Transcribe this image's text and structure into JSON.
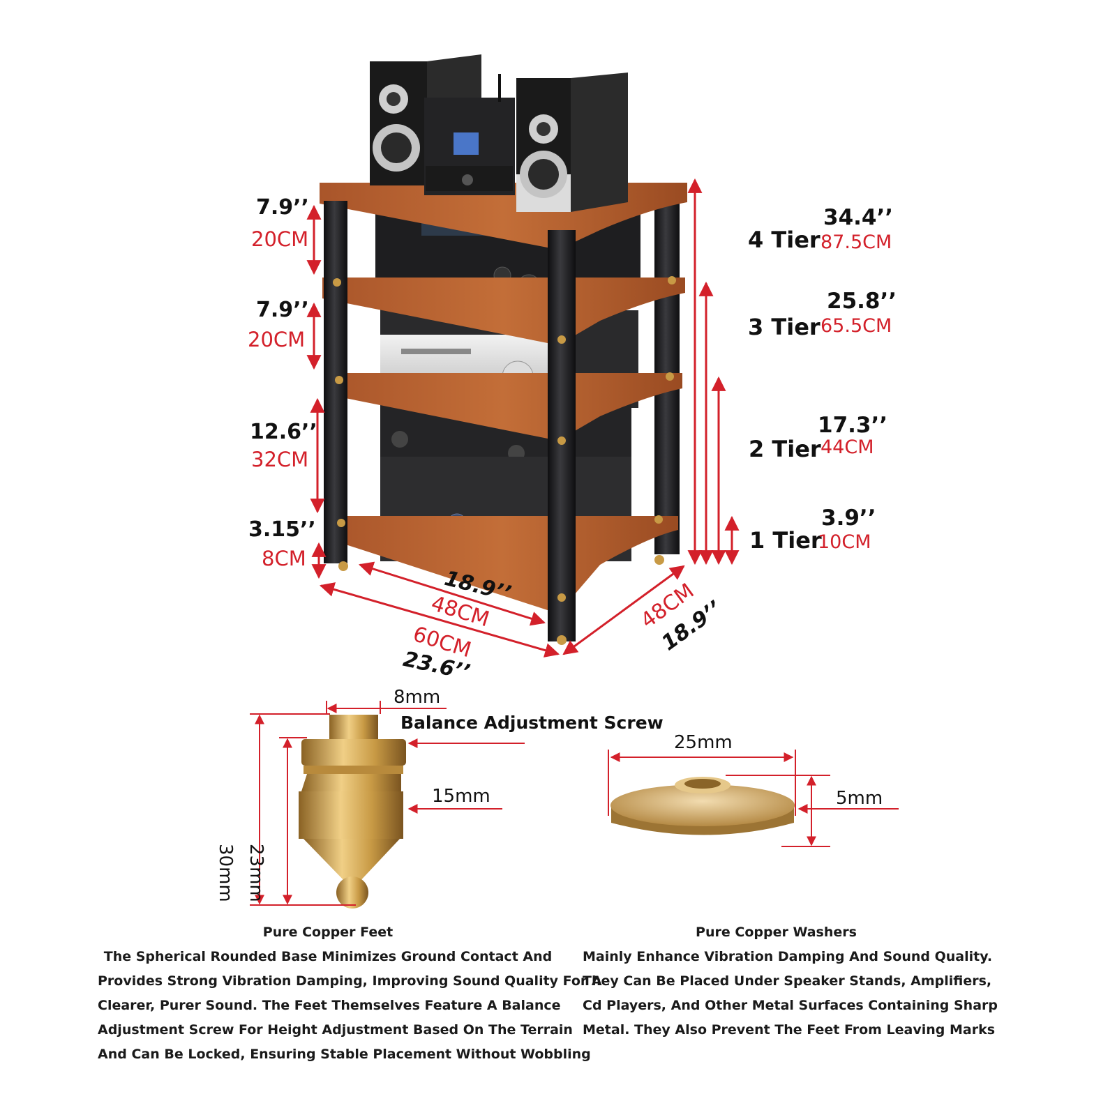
{
  "rack": {
    "heights": [
      {
        "in": "7.9’’",
        "cm": "20CM"
      },
      {
        "in": "7.9’’",
        "cm": "20CM"
      },
      {
        "in": "12.6’’",
        "cm": "32CM"
      },
      {
        "in": "3.15’’",
        "cm": "8CM"
      }
    ],
    "tiers": [
      {
        "name": "4 Tier",
        "in": "34.4’’",
        "cm": "87.5CM"
      },
      {
        "name": "3 Tier",
        "in": "25.8’’",
        "cm": "65.5CM"
      },
      {
        "name": "2 Tier",
        "in": "17.3’’",
        "cm": "44CM"
      },
      {
        "name": "1 Tier",
        "in": "3.9’’",
        "cm": "10CM"
      }
    ],
    "inner_width": {
      "in": "18.9’’",
      "cm": "48CM"
    },
    "front_width": {
      "cm": "60CM",
      "in": "23.6’’"
    },
    "depth": {
      "cm": "48CM",
      "in": "18.9’’"
    },
    "colors": {
      "wood": "#b5612e",
      "pillar": "#1c1c1e",
      "arrow": "#d3202a",
      "brass": "#c89a45"
    }
  },
  "feet": {
    "screw_width": "8mm",
    "screw_label": "Balance Adjustment Screw",
    "foot_width": "15mm",
    "total_height": "30mm",
    "body_height": "23mm"
  },
  "washer": {
    "diameter": "25mm",
    "thickness": "5mm"
  },
  "descriptions": {
    "feet": {
      "title": "Pure Copper Feet",
      "lines": [
        "The Spherical Rounded Base Minimizes Ground Contact And",
        "Provides Strong Vibration Damping, Improving Sound Quality For A",
        "Clearer, Purer Sound. The Feet Themselves Feature A Balance",
        "Adjustment Screw For Height Adjustment Based On The Terrain",
        "And Can Be Locked, Ensuring Stable Placement Without Wobbling"
      ]
    },
    "washers": {
      "title": "Pure Copper Washers",
      "lines": [
        "Mainly Enhance Vibration Damping And Sound Quality.",
        "They Can Be Placed Under Speaker Stands, Amplifiers,",
        "Cd Players, And Other Metal Surfaces Containing Sharp",
        "Metal. They Also Prevent The Feet From Leaving Marks"
      ]
    }
  }
}
